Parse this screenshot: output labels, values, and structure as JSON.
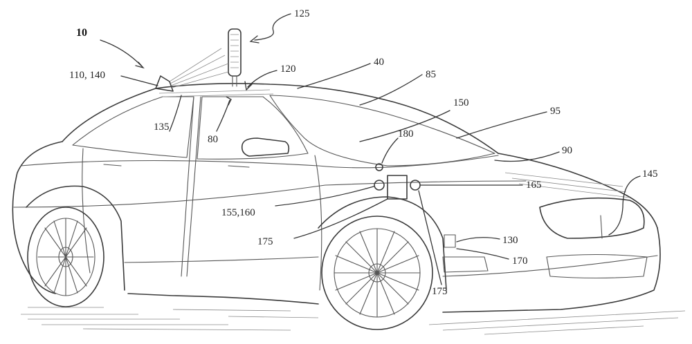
{
  "labels": {
    "ref_10": "10",
    "ref_125": "125",
    "ref_110_140": "110, 140",
    "ref_120": "120",
    "ref_40": "40",
    "ref_85": "85",
    "ref_150": "150",
    "ref_135": "135",
    "ref_80": "80",
    "ref_95": "95",
    "ref_180": "180",
    "ref_90": "90",
    "ref_145": "145",
    "ref_165": "165",
    "ref_155_160": "155,160",
    "ref_175a": "175",
    "ref_130": "130",
    "ref_170": "170",
    "ref_175b": "175"
  }
}
